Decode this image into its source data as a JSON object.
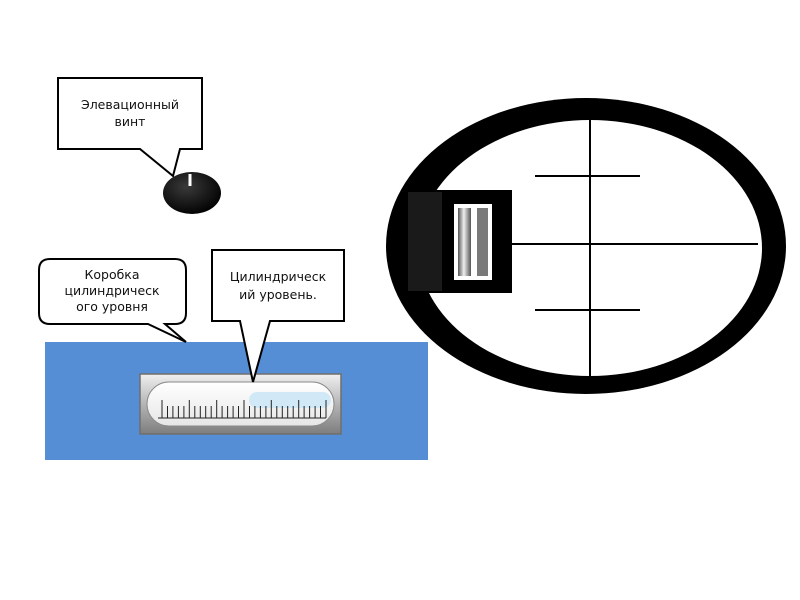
{
  "callouts": {
    "elevation_screw": [
      "Элевационный",
      "винт"
    ],
    "level_box": [
      "Коробка",
      "цилиндрическ",
      "ого уровня"
    ],
    "level_vial": [
      "Цилиндрическ",
      "ий уровень."
    ]
  },
  "colors": {
    "box_fill": "#558ed5",
    "outline": "#000000",
    "eyepiece_ring": "#000000",
    "eyepiece_field": "#ffffff",
    "bubble": "#cfe8f5"
  }
}
